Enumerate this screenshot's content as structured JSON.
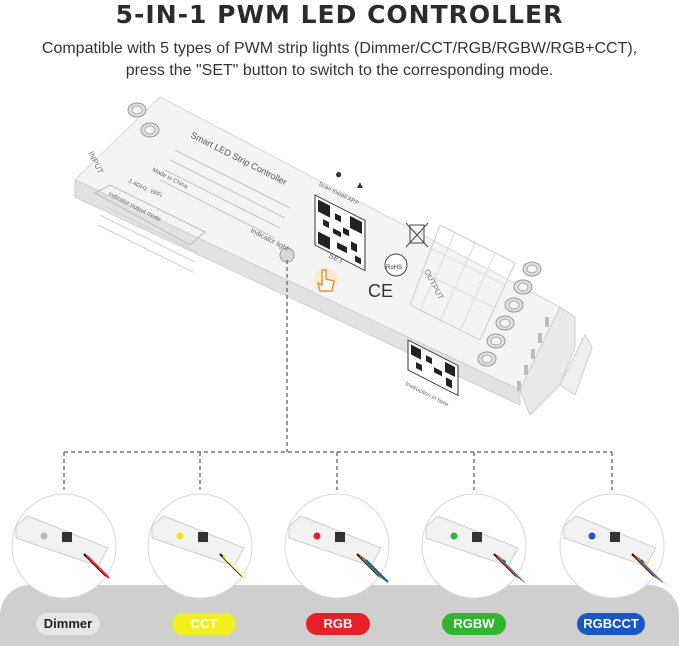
{
  "header": {
    "title": "5-IN-1 PWM LED CONTROLLER",
    "subtitle_line1": "Compatible with 5 types of PWM strip lights (Dimmer/CCT/RGB/RGBW/RGB+CCT),",
    "subtitle_line2": "press the \"SET\" button to switch to the corresponding mode."
  },
  "device": {
    "name": "Smart LED Strip Controller",
    "input_label": "INPUT",
    "output_label": "OUTPUT",
    "set_label": "SET",
    "indicator_label": "Indicator light",
    "table_header": "Indicator output mode",
    "made_in": "Made in China",
    "app_label": "Scan Install APP",
    "manual_label": "Instruction in here",
    "ce_mark": "CE",
    "rohs_mark": "RoHS",
    "wifi_label": "2.4GHz",
    "wifi_label2": "WiFi"
  },
  "modes": [
    {
      "label": "Dimmer",
      "color": "#e6e6e6",
      "text_color": "#222222",
      "led": "#bbbbbb"
    },
    {
      "label": "CCT",
      "color": "#f1ef1c",
      "text_color": "#ffffff",
      "led": "#e8e21a"
    },
    {
      "label": "RGB",
      "color": "#e8202a",
      "text_color": "#ffffff",
      "led": "#e8202a"
    },
    {
      "label": "RGBW",
      "color": "#2fb52f",
      "text_color": "#ffffff",
      "led": "#2fb52f"
    },
    {
      "label": "RGBCCT",
      "color": "#1757c9",
      "text_color": "#ffffff",
      "led": "#1757c9"
    }
  ]
}
